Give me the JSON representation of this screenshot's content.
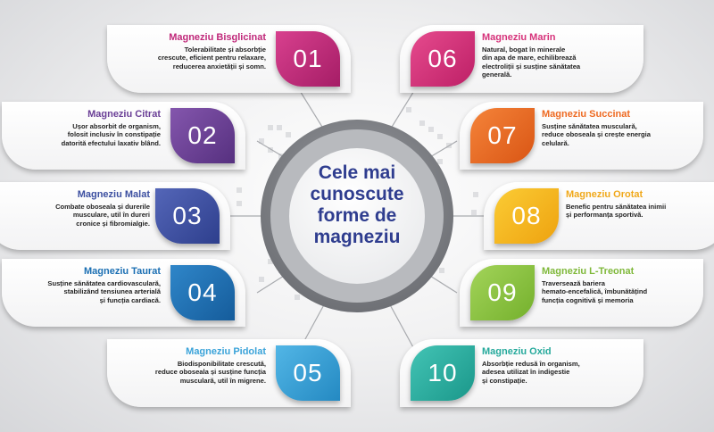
{
  "center": {
    "lines": [
      "Cele mai",
      "cunoscute",
      "forme de",
      "magneziu"
    ]
  },
  "items": [
    {
      "number": "01",
      "title": "Magneziu Bisglicinat",
      "color": "#c0287a",
      "text_lines": [
        "Tolerabilitate și absorbție",
        "crescute, eficient pentru relaxare,",
        "reducerea anxietății și somn."
      ]
    },
    {
      "number": "02",
      "title": "Magneziu Citrat",
      "color": "#6a3f96",
      "text_lines": [
        "Ușor absorbit de organism,",
        "folosit inclusiv în constipație",
        "datorită efectului laxativ blând."
      ]
    },
    {
      "number": "03",
      "title": "Magneziu Malat",
      "color": "#3c4fa0",
      "text_lines": [
        "Combate oboseala și durerile",
        "musculare, util în dureri",
        "cronice și fibromialgie."
      ]
    },
    {
      "number": "04",
      "title": "Magneziu Taurat",
      "color": "#1b6fb3",
      "text_lines": [
        "Susține sănătatea cardiovasculară,",
        "stabilizând tensiunea arterială",
        "și funcția cardiacă."
      ]
    },
    {
      "number": "05",
      "title": "Magneziu Pidolat",
      "color": "#3aa3d9",
      "text_lines": [
        "Biodisponibilitate crescută,",
        "reduce oboseala și susține funcția",
        "musculară, util în migrene."
      ]
    },
    {
      "number": "06",
      "title": "Magneziu Marin",
      "color": "#d6327a",
      "text_lines": [
        "Natural, bogat în minerale",
        "din apa de mare, echilibrează",
        "electroliții și susține sănătatea",
        "generală."
      ]
    },
    {
      "number": "07",
      "title": "Magneziu Succinat",
      "color": "#ee6a22",
      "text_lines": [
        "Susține sănătatea musculară,",
        "reduce oboseala și crește energia",
        "celulară."
      ]
    },
    {
      "number": "08",
      "title": "Magneziu Orotat",
      "color": "#f6b81c",
      "text_lines": [
        "Benefic pentru sănătatea inimii",
        "și performanța sportivă."
      ]
    },
    {
      "number": "09",
      "title": "Magneziu L-Treonat",
      "color": "#8cc63f",
      "text_lines": [
        "Traversează bariera",
        "hemato-encefalică, îmbunătățind",
        "funcția cognitivă și memoria"
      ]
    },
    {
      "number": "10",
      "title": "Magneziu Oxid",
      "color": "#25b2a4",
      "text_lines": [
        "Absorbție redusă în organism,",
        "adesea utilizat în indigestie",
        "și constipație."
      ]
    }
  ]
}
